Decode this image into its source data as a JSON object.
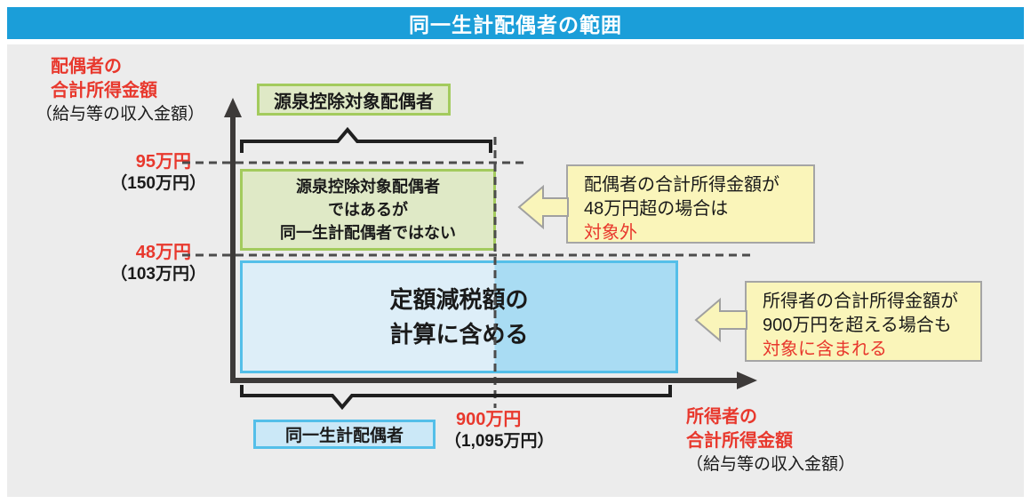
{
  "title": "同一生計配偶者の範囲",
  "y_axis": {
    "label_line1": "配偶者の",
    "label_line2": "合計所得金額",
    "label_note": "（給与等の収入金額）",
    "tick1_main": "95万円",
    "tick1_sub": "（150万円）",
    "tick2_main": "48万円",
    "tick2_sub": "（103万円）"
  },
  "x_axis": {
    "tick_main": "900万円",
    "tick_sub": "（1,095万円）",
    "label_line1": "所得者の",
    "label_line2": "合計所得金額",
    "label_note": "（給与等の収入金額）"
  },
  "diagram": {
    "top_label": "源泉控除対象配偶者",
    "green_box_line1": "源泉控除対象配偶者",
    "green_box_line2": "ではあるが",
    "green_box_line3": "同一生計配偶者ではない",
    "blue_box_line1": "定額減税額の",
    "blue_box_line2": "計算に含める",
    "bottom_label": "同一生計配偶者"
  },
  "callouts": {
    "callout1_line1": "配偶者の合計所得金額が",
    "callout1_line2": "48万円超の場合は",
    "callout1_line3": "対象外",
    "callout2_line1": "所得者の合計所得金額が",
    "callout2_line2": "900万円を超える場合も",
    "callout2_line3": "対象に含まれる"
  },
  "colors": {
    "title_bar_blue": "#1b9ed9",
    "panel_gray": "#ececec",
    "red_text": "#e8382d",
    "green_fill": "#dfe9c6",
    "green_border": "#a3cb5d",
    "blue_border": "#54bfe9",
    "blue_fill_light": "#ddeef8",
    "blue_fill_dark": "#a9dcf3",
    "label_blue_fill": "#cbe8f7",
    "yellow_fill": "#faf5ba",
    "yellow_border": "#a5a5a5",
    "axis_dark": "#3d3a39",
    "dash_gray": "#4c4c4c"
  }
}
